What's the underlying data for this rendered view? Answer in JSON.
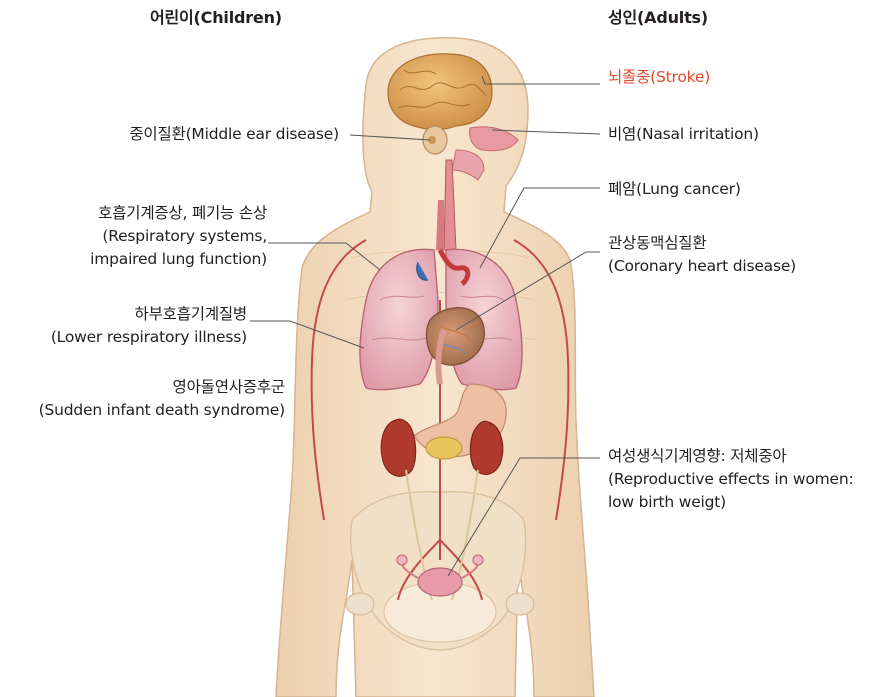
{
  "headers": {
    "children": "어린이(Children)",
    "adults": "성인(Adults)"
  },
  "children_labels": {
    "middle_ear": [
      "중이질환(Middle ear disease)"
    ],
    "respiratory": [
      "호흡기계증상, 폐기능 손상",
      "(Respiratory systems,",
      "impaired lung function)"
    ],
    "lower_respiratory": [
      "하부호흡기계질병",
      "(Lower respiratory illness)"
    ],
    "sids": [
      "영아돌연사증후군",
      "(Sudden infant death syndrome)"
    ]
  },
  "adult_labels": {
    "stroke": [
      "뇌졸중(Stroke)"
    ],
    "nasal": [
      "비염(Nasal irritation)"
    ],
    "lung_cancer": [
      "폐암(Lung cancer)"
    ],
    "coronary": [
      "관상동맥심질환",
      "(Coronary heart disease)"
    ],
    "reproductive": [
      "여성생식기계영향: 저체중아",
      "(Reproductive effects in women:",
      "low birth weigt)"
    ]
  },
  "colors": {
    "text": "#231f20",
    "stroke_label": "#e04a2a",
    "skin": "#f3dcc0",
    "skin_outline": "#d6b48f",
    "lung": "#eab2bc",
    "artery": "#c44a4a",
    "kidney": "#b03a2e",
    "brain": "#e2a65c"
  }
}
